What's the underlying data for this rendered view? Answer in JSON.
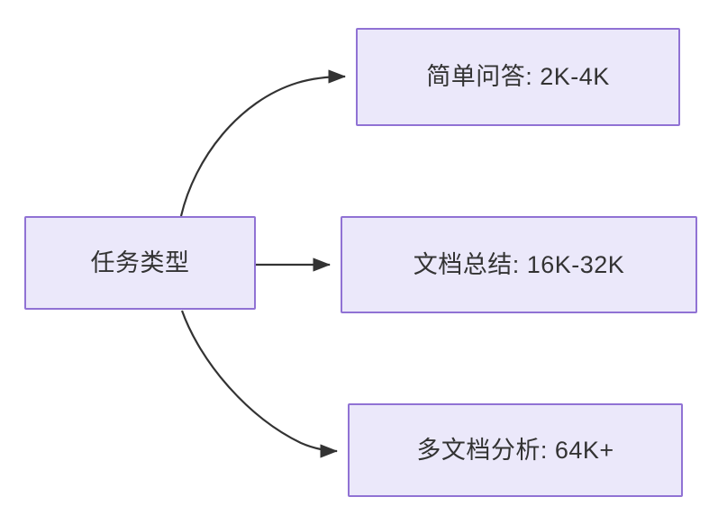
{
  "diagram": {
    "type": "flowchart",
    "direction": "left-to-right",
    "background_color": "#ffffff",
    "node_fill_color": "#ebe8fa",
    "node_border_color": "#9072d4",
    "node_text_color": "#333333",
    "edge_color": "#333333",
    "source_node": {
      "id": "task-type",
      "label": "任务类型"
    },
    "target_nodes": [
      {
        "id": "simple-qa",
        "label": "简单问答: 2K-4K",
        "category": "简单问答",
        "range": "2K-4K"
      },
      {
        "id": "doc-summary",
        "label": "文档总结: 16K-32K",
        "category": "文档总结",
        "range": "16K-32K"
      },
      {
        "id": "multi-doc-analysis",
        "label": "多文档分析: 64K+",
        "category": "多文档分析",
        "range": "64K+"
      }
    ],
    "edges": [
      {
        "id": "edge-to-simple-qa",
        "from": "task-type",
        "to": "simple-qa",
        "style": "curved",
        "arrow": "triangle"
      },
      {
        "id": "edge-to-doc-summary",
        "from": "task-type",
        "to": "doc-summary",
        "style": "straight",
        "arrow": "triangle"
      },
      {
        "id": "edge-to-multi-doc",
        "from": "task-type",
        "to": "multi-doc-analysis",
        "style": "curved",
        "arrow": "triangle"
      }
    ]
  }
}
